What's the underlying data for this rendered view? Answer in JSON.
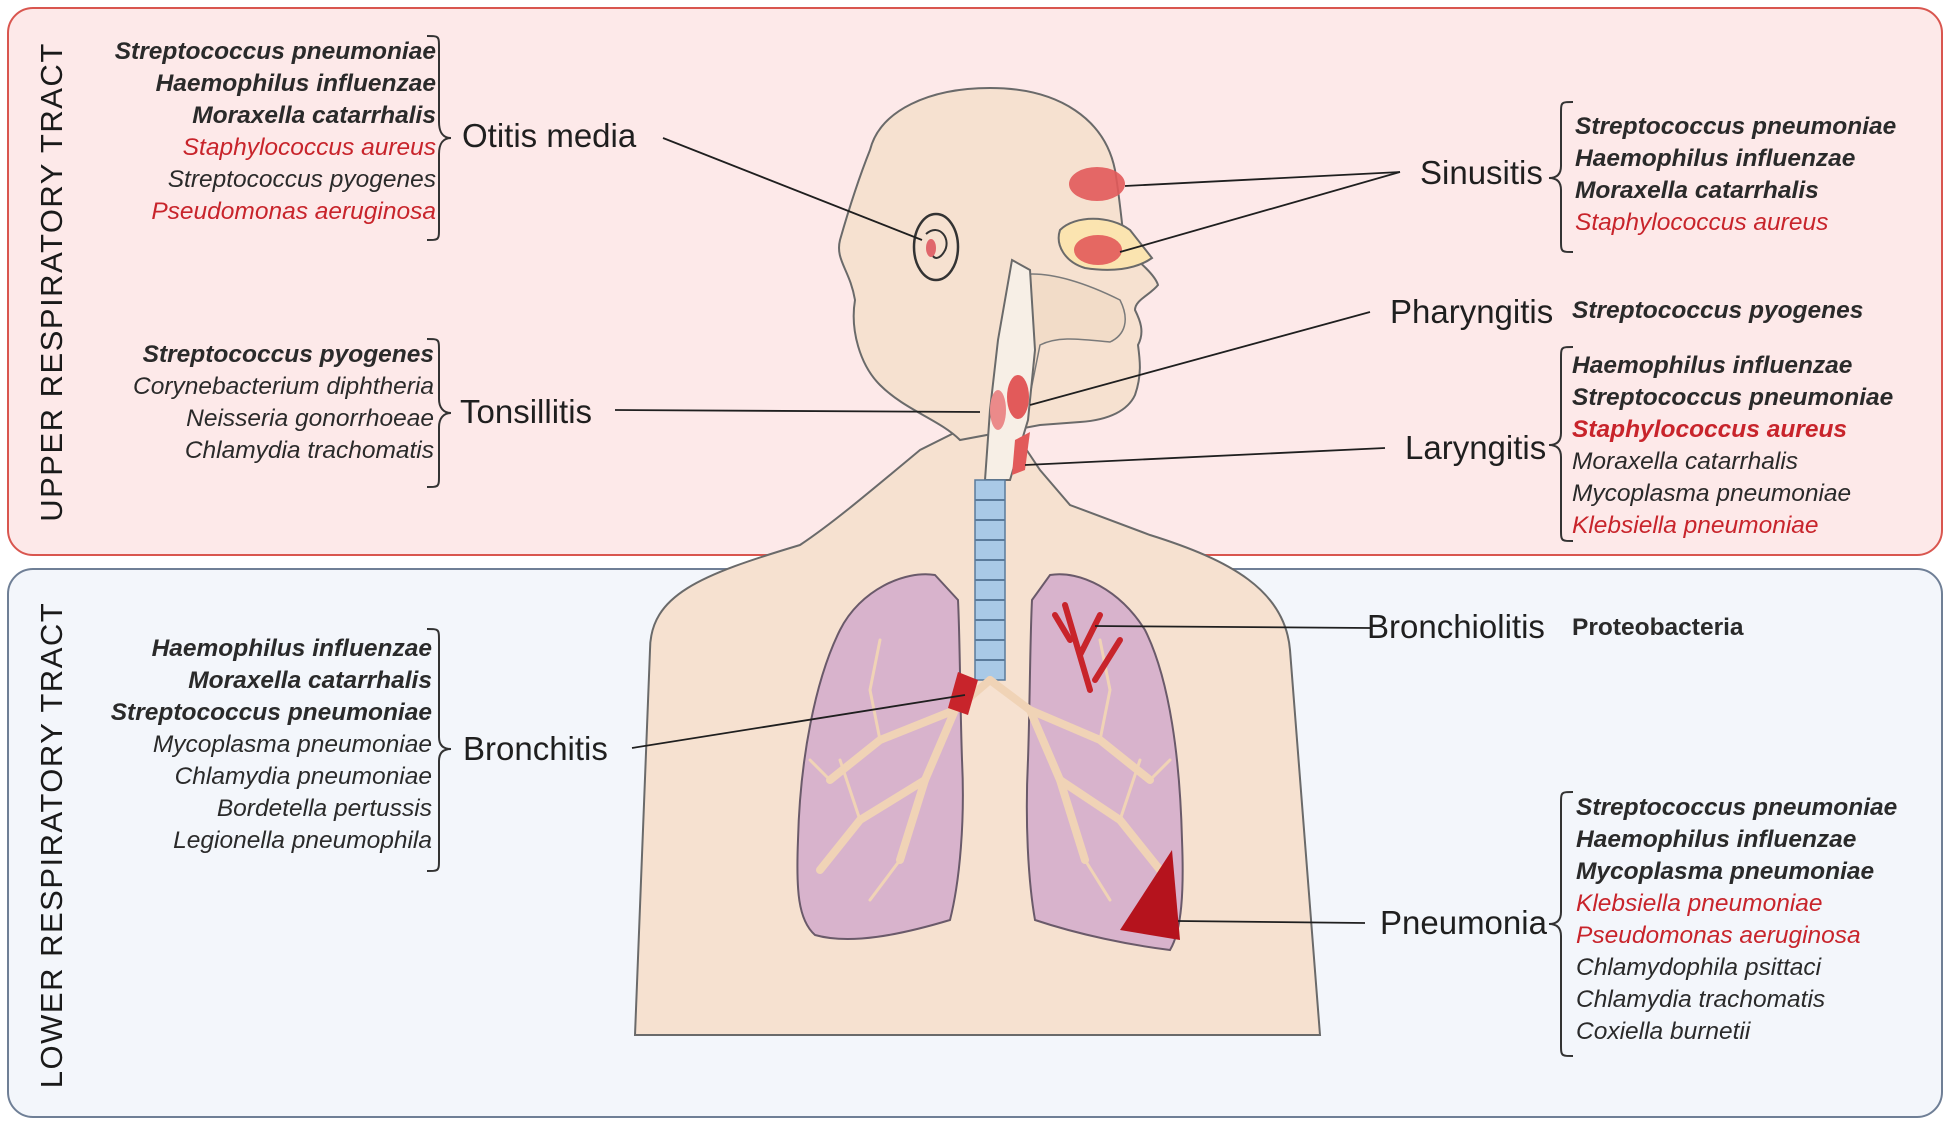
{
  "sections": {
    "upper": "UPPER RESPIRATORY TRACT",
    "lower": "LOWER RESPIRATORY TRACT"
  },
  "diseases": {
    "otitis_media": {
      "label": "Otitis media",
      "pathogens": [
        {
          "name": "Streptococcus pneumoniae",
          "bold": true,
          "red": false
        },
        {
          "name": "Haemophilus influenzae",
          "bold": true,
          "red": false
        },
        {
          "name": "Moraxella catarrhalis",
          "bold": true,
          "red": false
        },
        {
          "name": "Staphylococcus aureus",
          "bold": false,
          "red": true
        },
        {
          "name": "Streptococcus pyogenes",
          "bold": false,
          "red": false
        },
        {
          "name": "Pseudomonas aeruginosa",
          "bold": false,
          "red": true
        }
      ]
    },
    "tonsillitis": {
      "label": "Tonsillitis",
      "pathogens": [
        {
          "name": "Streptococcus pyogenes",
          "bold": true,
          "red": false
        },
        {
          "name": "Corynebacterium diphtheria",
          "bold": false,
          "red": false
        },
        {
          "name": "Neisseria gonorrhoeae",
          "bold": false,
          "red": false
        },
        {
          "name": "Chlamydia trachomatis",
          "bold": false,
          "red": false
        }
      ]
    },
    "sinusitis": {
      "label": "Sinusitis",
      "pathogens": [
        {
          "name": "Streptococcus pneumoniae",
          "bold": true,
          "red": false
        },
        {
          "name": "Haemophilus influenzae",
          "bold": true,
          "red": false
        },
        {
          "name": "Moraxella catarrhalis",
          "bold": true,
          "red": false
        },
        {
          "name": "Staphylococcus aureus",
          "bold": false,
          "red": true
        }
      ]
    },
    "pharyngitis": {
      "label": "Pharyngitis",
      "pathogen": "Streptococcus pyogenes"
    },
    "laryngitis": {
      "label": "Laryngitis",
      "pathogens": [
        {
          "name": "Haemophilus influenzae",
          "bold": true,
          "red": false
        },
        {
          "name": "Streptococcus pneumoniae",
          "bold": true,
          "red": false
        },
        {
          "name": "Staphylococcus aureus",
          "bold": true,
          "red": true
        },
        {
          "name": "Moraxella catarrhalis",
          "bold": false,
          "red": false
        },
        {
          "name": "Mycoplasma pneumoniae",
          "bold": false,
          "red": false
        },
        {
          "name": "Klebsiella pneumoniae",
          "bold": false,
          "red": true
        }
      ]
    },
    "bronchitis": {
      "label": "Bronchitis",
      "pathogens": [
        {
          "name": "Haemophilus influenzae",
          "bold": true,
          "red": false
        },
        {
          "name": "Moraxella catarrhalis",
          "bold": true,
          "red": false
        },
        {
          "name": "Streptococcus pneumoniae",
          "bold": true,
          "red": false
        },
        {
          "name": "Mycoplasma pneumoniae",
          "bold": false,
          "red": false
        },
        {
          "name": "Chlamydia pneumoniae",
          "bold": false,
          "red": false
        },
        {
          "name": "Bordetella pertussis",
          "bold": false,
          "red": false
        },
        {
          "name": "Legionella pneumophila",
          "bold": false,
          "red": false
        }
      ]
    },
    "bronchiolitis": {
      "label": "Bronchiolitis",
      "pathogen": "Proteobacteria"
    },
    "pneumonia": {
      "label": "Pneumonia",
      "pathogens": [
        {
          "name": "Streptococcus pneumoniae",
          "bold": true,
          "red": false
        },
        {
          "name": "Haemophilus influenzae",
          "bold": true,
          "red": false
        },
        {
          "name": "Mycoplasma pneumoniae",
          "bold": true,
          "red": false
        },
        {
          "name": "Klebsiella pneumoniae",
          "bold": false,
          "red": true
        },
        {
          "name": "Pseudomonas aeruginosa",
          "bold": false,
          "red": true
        },
        {
          "name": "Chlamydophila psittaci",
          "bold": false,
          "red": false
        },
        {
          "name": "Chlamydia trachomatis",
          "bold": false,
          "red": false
        },
        {
          "name": "Coxiella burnetii",
          "bold": false,
          "red": false
        }
      ]
    }
  },
  "colors": {
    "upper_fill": "#fde9e9",
    "upper_border": "#d9564f",
    "lower_fill": "#f3f6fb",
    "lower_border": "#6f7f96",
    "red_text": "#c8242b",
    "skin": "#f6e1d0",
    "lung": "#d8b3cc",
    "airway": "#a9c9e6",
    "inflamed": "#c8242b"
  }
}
